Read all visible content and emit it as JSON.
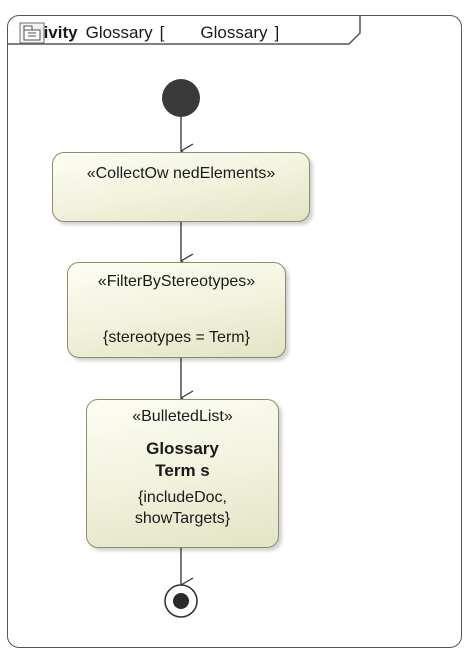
{
  "frame": {
    "keyword": "activity",
    "name": "Glossary",
    "bracket_open": "[",
    "ref_name": "Glossary",
    "bracket_close": "]"
  },
  "nodes": {
    "collect": {
      "stereotype": "«CollectOw nedElements»"
    },
    "filter": {
      "stereotype": "«FilterByStereotypes»",
      "tagged_values": "{stereotypes = Term}"
    },
    "list": {
      "stereotype": "«BulletedList»",
      "name_line1": "Glossary",
      "name_line2": "Term s",
      "tagged_line1": "{includeDoc,",
      "tagged_line2": "showTargets}"
    }
  },
  "colors": {
    "frame_border": "#555555",
    "node_fill": "#f1f1dc",
    "node_border": "#8c8c6a",
    "initial_node": "#3a3a3a"
  }
}
